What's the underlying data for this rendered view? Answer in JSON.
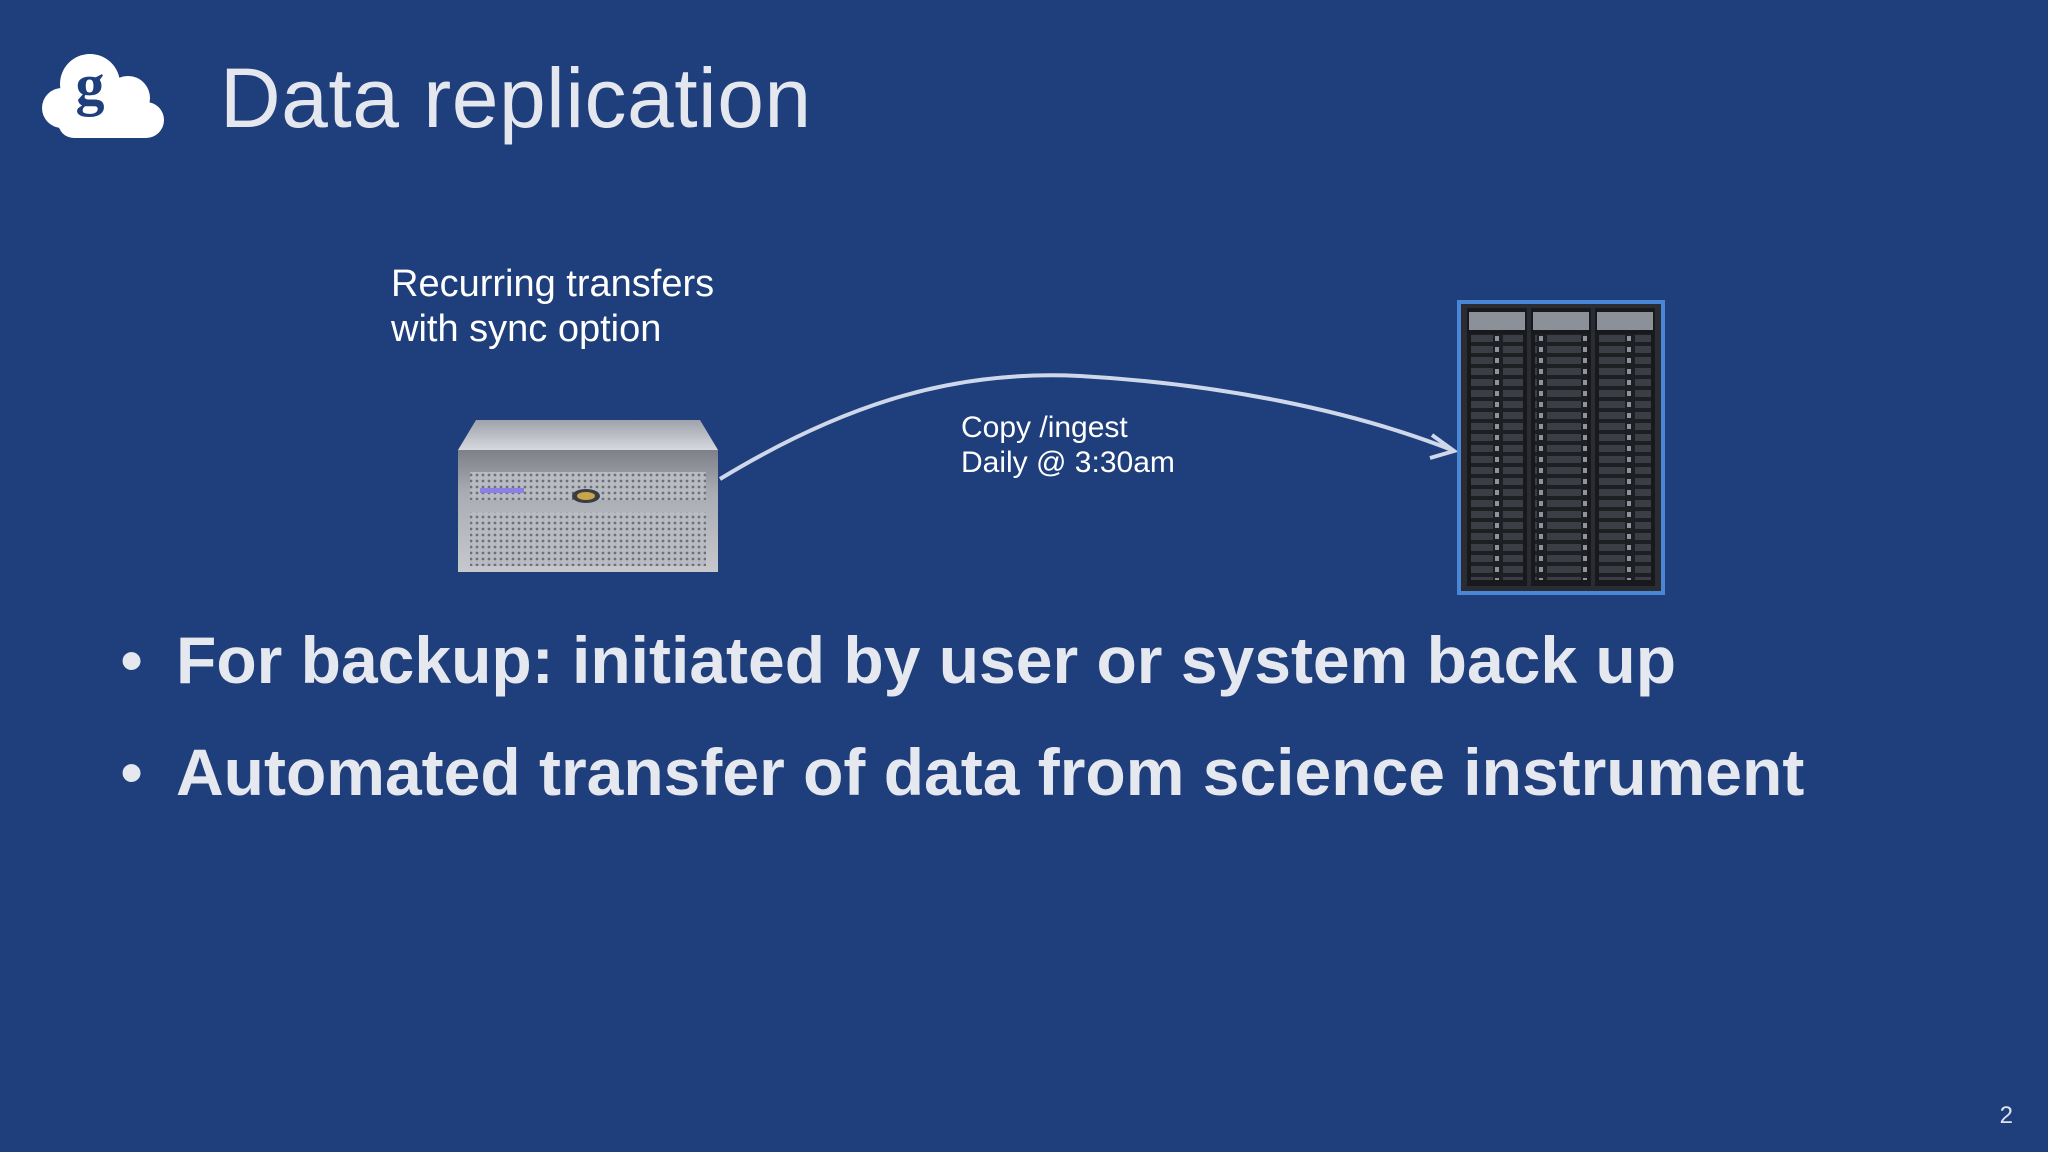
{
  "slide": {
    "title": "Data replication",
    "sync_label": [
      "Recurring transfers",
      "with sync option"
    ],
    "copy_label": [
      "Copy /ingest",
      "Daily @ 3:30am"
    ],
    "bullets": [
      "For backup: initiated by user or system back up",
      "Automated transfer of data from science instrument"
    ],
    "bullet_symbol": "•",
    "page_number": "2",
    "logo_letter": "g"
  },
  "colors": {
    "background": "#1f3e7c",
    "text": "#e4e7ee",
    "arrow": "#cfd8ea",
    "rack_border": "#4a86d8"
  },
  "icons": {
    "logo": "globus-cloud-logo",
    "source": "server-chassis-icon",
    "destination": "storage-rack-icon",
    "transfer": "curved-arrow-icon"
  }
}
